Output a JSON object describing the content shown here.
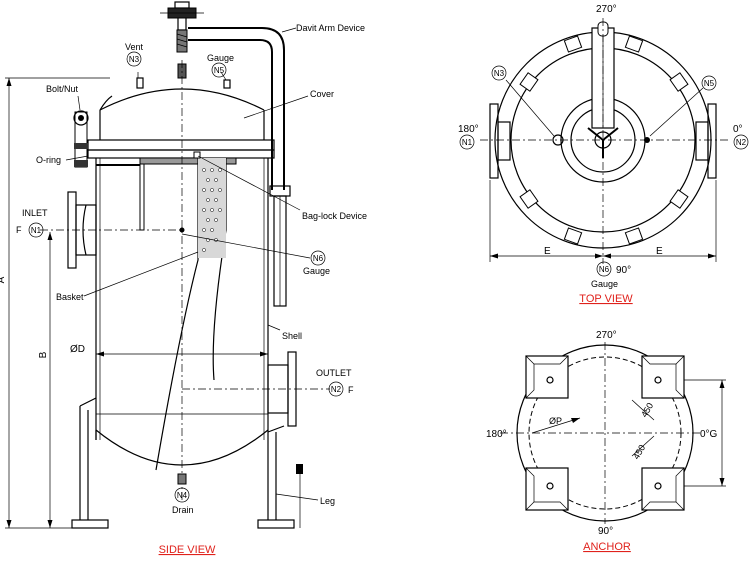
{
  "views": {
    "side": "SIDE VIEW",
    "top": "TOP VIEW",
    "anchor": "ANCHOR"
  },
  "side_labels": {
    "davit": "Davit Arm Device",
    "vent": "Vent",
    "gauge_top": "Gauge",
    "bolt": "Bolt/Nut",
    "cover": "Cover",
    "oring": "O-ring",
    "baglock": "Bag-lock Device",
    "inlet": "INLET",
    "f_left": "F",
    "gauge_mid": "Gauge",
    "basket": "Basket",
    "shell": "Shell",
    "outlet": "OUTLET",
    "f_right": "F",
    "drain": "Drain",
    "leg": "Leg",
    "dim_a": "A",
    "dim_b": "B",
    "dim_d": "ØD"
  },
  "nozzles": {
    "n1": "N1",
    "n2": "N2",
    "n3": "N3",
    "n4": "N4",
    "n5": "N5",
    "n6": "N6"
  },
  "top_labels": {
    "deg270": "270°",
    "deg180": "180°",
    "deg0": "0°",
    "deg90": "90°",
    "e_left": "E",
    "e_right": "E",
    "gauge": "Gauge"
  },
  "anchor_labels": {
    "deg270": "270°",
    "deg180": "180°",
    "deg0": "0°G",
    "deg90": "90°",
    "phi_p": "ØP",
    "dim1": "450",
    "dim2": "450"
  }
}
